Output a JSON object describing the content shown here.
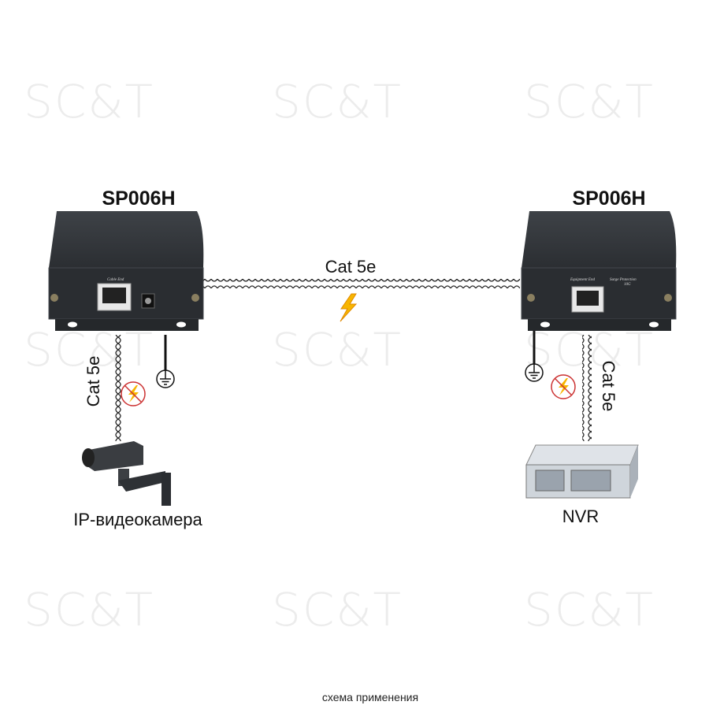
{
  "watermark": "SC&T",
  "devices": [
    {
      "model": "SP006H",
      "port_label": "Cable End"
    },
    {
      "model": "SP006H",
      "port_label": "Equipment End",
      "panel_text": [
        "Surge Protection",
        "10G"
      ]
    }
  ],
  "cables": {
    "main": "Cat 5e",
    "left": "Cat 5e",
    "right": "Cat 5e"
  },
  "endpoints": {
    "camera": "IP-видеокамера",
    "recorder": "NVR"
  },
  "caption": "схема применения"
}
